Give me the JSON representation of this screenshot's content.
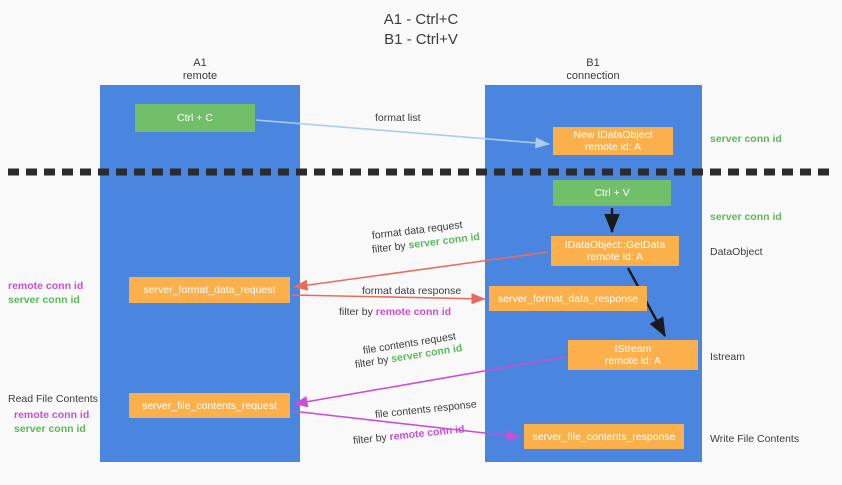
{
  "title": {
    "line1": "A1 - Ctrl+C",
    "line2": "B1 - Ctrl+V"
  },
  "columns": [
    {
      "id": "A1",
      "name": "A1",
      "role": "remote"
    },
    {
      "id": "B1",
      "name": "B1",
      "role": "connection"
    }
  ],
  "nodes": {
    "ctrl_c": {
      "label": "Ctrl + C",
      "color": "#72bf6a",
      "column": "A1"
    },
    "new_dataobject": {
      "line1": "New IDataObject",
      "line2": "remote id: A",
      "color": "#fbb04c",
      "column": "B1"
    },
    "ctrl_v": {
      "label": "Ctrl + V",
      "color": "#72bf6a",
      "column": "B1"
    },
    "getdata": {
      "line1": "IDataObject::GetData",
      "line2": "remote id: A",
      "color": "#fbb04c",
      "column": "B1"
    },
    "format_data_request": {
      "label": "server_format_data_request",
      "color": "#fbb04c",
      "column": "A1"
    },
    "format_data_response": {
      "label": "server_format_data_response",
      "color": "#fbb04c",
      "column": "B1"
    },
    "istream": {
      "line1": "IStream",
      "line2": "remote id: A",
      "color": "#fbb04c",
      "column": "B1"
    },
    "file_contents_request": {
      "label": "server_file_contents_request",
      "color": "#fbb04c",
      "column": "A1"
    },
    "file_contents_response": {
      "label": "server_file_contents_response",
      "color": "#fbb04c",
      "column": "B1"
    }
  },
  "edge_labels": {
    "format_list": "format list",
    "format_data_request": "format data request",
    "format_data_request_filter_prefix": "filter by ",
    "format_data_request_filter_value": "server conn id",
    "format_data_response": "format data response",
    "format_data_response_filter_prefix": "filter by ",
    "format_data_response_filter_value": "remote conn id",
    "file_contents_request": "file contents request",
    "file_contents_request_filter_prefix": "filter by ",
    "file_contents_request_filter_value": "server conn id",
    "file_contents_response": "file contents response",
    "file_contents_response_filter_prefix": "filter by ",
    "file_contents_response_filter_value": "remote conn id"
  },
  "side_labels": {
    "right": {
      "server_conn_id_1": "server conn id",
      "server_conn_id_2": "server conn id",
      "dataobject": "DataObject",
      "istream": "Istream",
      "write_file_contents": "Write File Contents"
    },
    "left": {
      "remote_conn_id_1": "remote conn id",
      "server_conn_id_1": "server conn id",
      "read_file_contents": "Read File Contents",
      "remote_conn_id_2": "remote conn id",
      "server_conn_id_2": "server conn id"
    }
  },
  "colors": {
    "background": "#f9f9f9",
    "column": "#4a86e0",
    "node_green": "#72bf6a",
    "node_orange": "#fbb04c",
    "arrow_format_list": "#a8cdf0",
    "arrow_format_data": "#ea6b5e",
    "arrow_file_contents": "#c94fd4",
    "arrow_internal": "#1a1a1a",
    "divider": "#2b2b2b",
    "text_green": "#5cb85c",
    "text_magenta": "#c94fd4"
  }
}
